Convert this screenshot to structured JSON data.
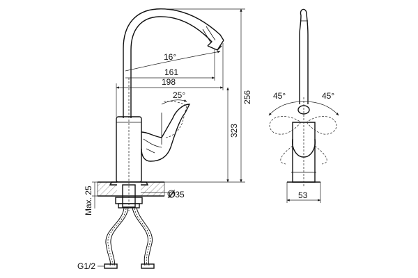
{
  "dimensions": {
    "angle_spout": "16°",
    "reach_161": "161",
    "reach_198": "198",
    "angle_lever": "25°",
    "height_323": "323",
    "height_256": "256",
    "hole_diameter": "Ø35",
    "max_25": "Max. 25",
    "thread": "G1/2",
    "swivel_left": "45°",
    "swivel_right": "45°",
    "base_width": "53"
  },
  "colors": {
    "line": "#111111",
    "background": "#ffffff"
  }
}
